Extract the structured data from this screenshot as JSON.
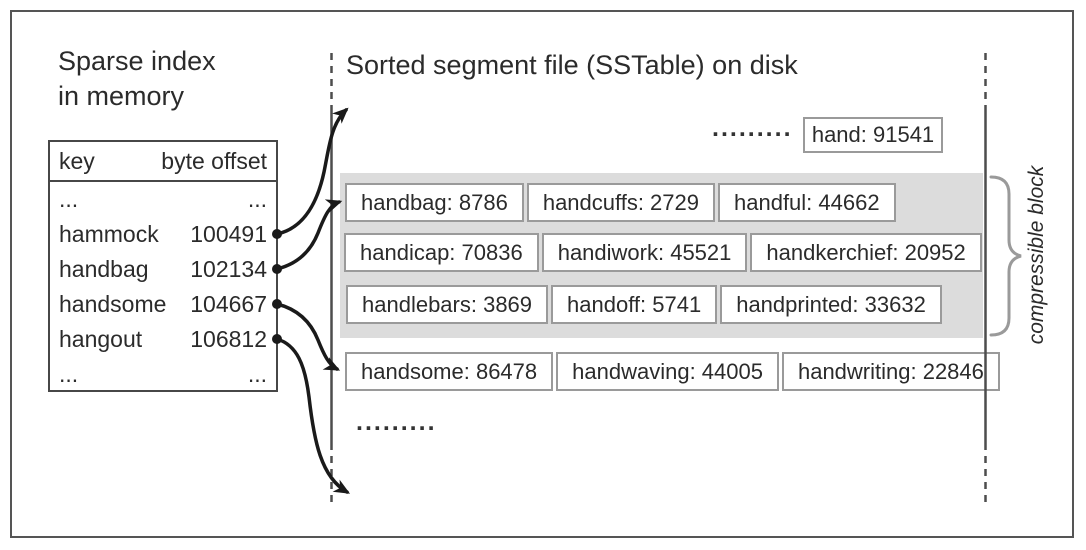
{
  "sparse_index": {
    "title_line1": "Sparse index",
    "title_line2": "in memory",
    "table": {
      "headers": [
        "key",
        "byte offset"
      ],
      "rows": [
        {
          "key": "...",
          "offset": "..."
        },
        {
          "key": "hammock",
          "offset": "100491"
        },
        {
          "key": "handbag",
          "offset": "102134"
        },
        {
          "key": "handsome",
          "offset": "104667"
        },
        {
          "key": "hangout",
          "offset": "106812"
        },
        {
          "key": "...",
          "offset": "..."
        }
      ]
    }
  },
  "sstable": {
    "title": "Sorted segment file (SSTable) on disk",
    "ellipsis_top": ".........",
    "top_entry": "hand: 91541",
    "compressible_rows": [
      [
        "handbag: 8786",
        "handcuffs: 2729",
        "handful: 44662"
      ],
      [
        "handicap: 70836",
        "handiwork: 45521",
        "handkerchief: 20952"
      ],
      [
        "handlebars: 3869",
        "handoff: 5741",
        "handprinted: 33632"
      ]
    ],
    "after_block_row": [
      "handsome: 86478",
      "handwaving: 44005",
      "handwriting: 22846"
    ],
    "ellipsis_bottom": ".........",
    "block_label": "compressible block"
  },
  "colors": {
    "ink": "#2b2b2b",
    "gray_block": "#dcdcdc",
    "entry_border": "#9a9a9a",
    "boundary_line": "#4d4d4d",
    "brace": "#9a9a9a",
    "arrow": "#1a1a1a"
  }
}
